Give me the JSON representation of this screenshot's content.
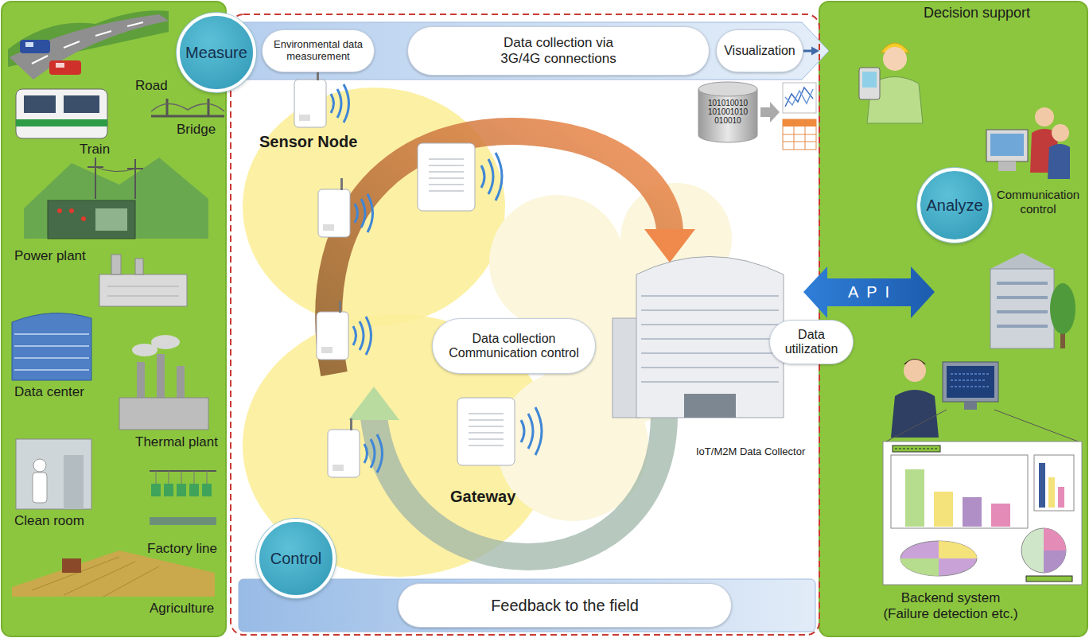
{
  "diagram": {
    "nodes": [
      {
        "text": [
          "Road",
          "Bridge",
          "Train",
          "Power plant",
          "Data center",
          "Thermal plant",
          "Clean room",
          "Factory line",
          "Agriculture"
        ]
      },
      {
        "text": [
          "Measure"
        ]
      },
      {
        "text": [
          "Environmental data measurement"
        ]
      },
      {
        "text": [
          "Data collection via 3G/4G connections"
        ]
      },
      {
        "text": [
          "Visualization"
        ]
      },
      {
        "text": [
          "Data collection Communication control"
        ]
      },
      {
        "text": [
          "Control"
        ]
      },
      {
        "text": [
          "Feedback to the field"
        ]
      },
      {
        "text": [
          "Decision support",
          "Communication control",
          "Backend system (Failure detection etc.)"
        ]
      },
      {
        "text": [
          "Analyze"
        ],
        "in": 8
      },
      {
        "text": [
          "Data utilization"
        ]
      }
    ],
    "edges": [
      {
        "from": 4,
        "to": 8,
        "arrow": "to"
      }
    ],
    "labels": [
      "Sensor Node",
      "101010010 101001010 010010",
      "Gateway",
      "IoT/M2M Data Collector",
      "API"
    ]
  }
}
